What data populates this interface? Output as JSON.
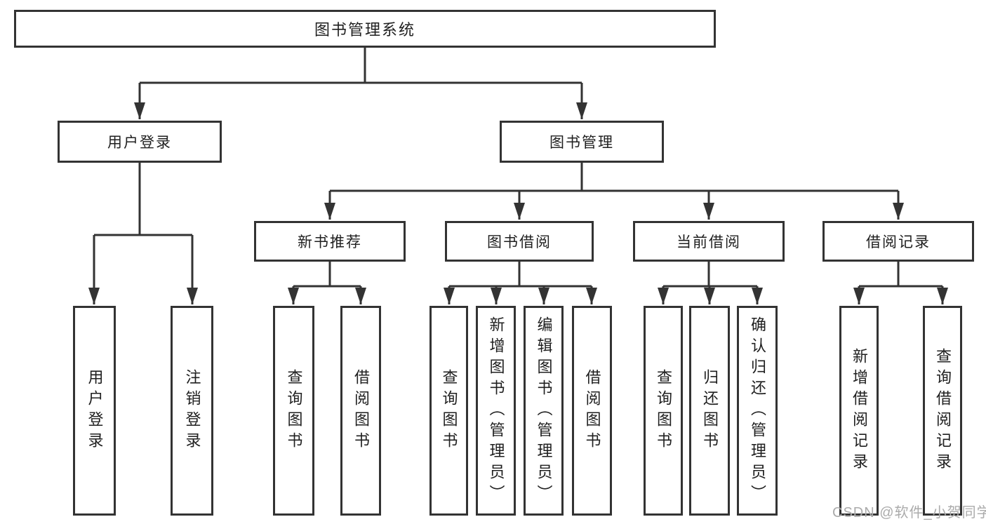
{
  "tree": {
    "label": "图书管理系统",
    "children": [
      {
        "label": "用户登录",
        "children": [
          {
            "label": "用户登录"
          },
          {
            "label": "注销登录"
          }
        ]
      },
      {
        "label": "图书管理",
        "children": [
          {
            "label": "新书推荐",
            "children": [
              {
                "label": "查询图书"
              },
              {
                "label": "借阅图书"
              }
            ]
          },
          {
            "label": "图书借阅",
            "children": [
              {
                "label": "查询图书"
              },
              {
                "label": "新增图书（管理员）"
              },
              {
                "label": "编辑图书（管理员）"
              },
              {
                "label": "借阅图书"
              }
            ]
          },
          {
            "label": "当前借阅",
            "children": [
              {
                "label": "查询图书"
              },
              {
                "label": "归还图书"
              },
              {
                "label": "确认归还（管理员）"
              }
            ]
          },
          {
            "label": "借阅记录",
            "children": [
              {
                "label": "新增借阅记录"
              },
              {
                "label": "查询借阅记录"
              }
            ]
          }
        ]
      }
    ]
  },
  "watermark": "CSDN @软件_小贺同学",
  "colors": {
    "line": "#333333",
    "box_border": "#333333",
    "text": "#1f1f1f",
    "watermark": "#ababab",
    "background": "#ffffff"
  }
}
